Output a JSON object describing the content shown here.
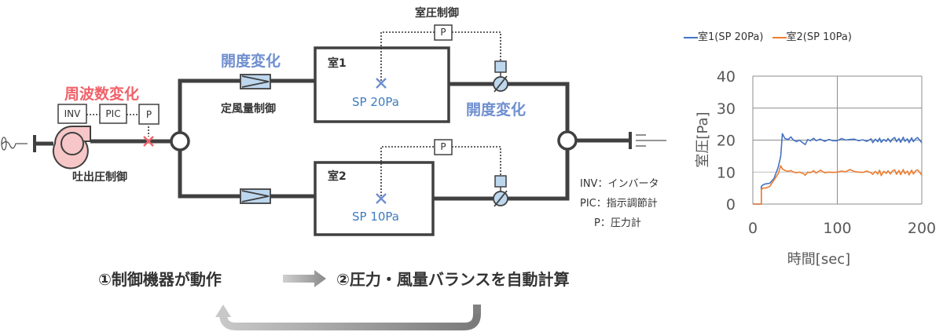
{
  "diagram": {
    "fan_label": "周波数変化",
    "fan_control": "吐出圧制御",
    "controls": {
      "inv": "INV",
      "pic": "PIC",
      "p": "P"
    },
    "damper_change_1": "開度変化",
    "cav_label": "定風量制御",
    "room_pressure_control": "室圧制御",
    "damper_change_2": "開度変化",
    "room1": {
      "name": "室1",
      "sp": "SP 20Pa",
      "sensor": "P"
    },
    "room2": {
      "name": "室2",
      "sp": "SP 10Pa",
      "sensor": "P"
    },
    "legend": [
      {
        "key": "INV",
        "sep": "：",
        "desc": "インバータ"
      },
      {
        "key": "PIC",
        "sep": "：",
        "desc": "指示調節計"
      },
      {
        "key": "P",
        "sep": "：",
        "desc": "圧力計"
      }
    ],
    "colors": {
      "fan_fill": "#f7c6c7",
      "damper_fill": "#bdd7ee",
      "line": "#404040",
      "red": "#f0626a",
      "blue": "#6f8fd0"
    }
  },
  "flow": {
    "step1": "①制御機器が動作",
    "step2": "②圧力・風量バランスを自動計算"
  },
  "chart_data": {
    "type": "line",
    "xlabel": "時間[sec]",
    "ylabel": "室圧[Pa]",
    "xlim": [
      0,
      200
    ],
    "ylim": [
      0,
      40
    ],
    "xticks": [
      "0",
      "100",
      "200"
    ],
    "yticks": [
      "0",
      "10",
      "20",
      "30",
      "40"
    ],
    "grid": true,
    "legend_position": "top",
    "series": [
      {
        "name": "室1(SP 20Pa)",
        "color": "#4472c4",
        "x": [
          0,
          10,
          10,
          12,
          15,
          20,
          25,
          30,
          33,
          35,
          38,
          42,
          45,
          48,
          52,
          55,
          60,
          62,
          65,
          68,
          72,
          75,
          80,
          85,
          90,
          95,
          100,
          105,
          110,
          115,
          120,
          125,
          130,
          135,
          140,
          142,
          145,
          148,
          150,
          152,
          155,
          158,
          160,
          163,
          165,
          168,
          170,
          173,
          175,
          178,
          180,
          183,
          185,
          188,
          190,
          193,
          195,
          198,
          200
        ],
        "values": [
          0,
          0,
          5.5,
          6,
          6.3,
          6.5,
          8,
          11.5,
          15,
          22,
          20.5,
          20.2,
          21,
          20,
          19.5,
          20,
          19,
          18.6,
          20.2,
          19.8,
          20.6,
          19.8,
          20.3,
          19.6,
          20.2,
          19.8,
          19.8,
          20.5,
          20,
          20.2,
          20.3,
          19.8,
          20.1,
          19.6,
          20.4,
          19.2,
          20.3,
          19.5,
          20.6,
          19.3,
          20.2,
          19.6,
          20.5,
          19.4,
          20.3,
          20.8,
          19.5,
          20.5,
          19.3,
          20.9,
          19.6,
          20.4,
          19.2,
          20.7,
          19.5,
          20.5,
          20.8,
          19.8,
          19.2
        ]
      },
      {
        "name": "室2(SP 10Pa)",
        "color": "#ed7d31",
        "x": [
          0,
          10,
          10,
          12,
          15,
          20,
          25,
          30,
          33,
          35,
          38,
          42,
          45,
          48,
          52,
          55,
          60,
          62,
          65,
          68,
          72,
          75,
          80,
          85,
          90,
          95,
          100,
          105,
          110,
          115,
          120,
          125,
          130,
          135,
          140,
          142,
          145,
          148,
          150,
          152,
          155,
          158,
          160,
          163,
          165,
          168,
          170,
          173,
          175,
          178,
          180,
          183,
          185,
          188,
          190,
          193,
          195,
          198,
          200
        ],
        "values": [
          0,
          0,
          4.5,
          5,
          5,
          5.5,
          7.5,
          9.5,
          12,
          11,
          10.5,
          10.2,
          10.5,
          10,
          9.8,
          10,
          9.5,
          9,
          10,
          9.8,
          10.4,
          9.7,
          10.6,
          9.8,
          10,
          9.9,
          10,
          10.3,
          10.1,
          10.8,
          10.2,
          10,
          9.9,
          10.3,
          9.8,
          9.3,
          10.2,
          9.4,
          10.6,
          8.9,
          10.2,
          9.6,
          10.4,
          9.4,
          10.3,
          10.7,
          9.3,
          10.5,
          9.2,
          10.8,
          9.5,
          10.3,
          9.1,
          10.6,
          9.4,
          10.5,
          10.7,
          9.8,
          9
        ]
      }
    ]
  }
}
